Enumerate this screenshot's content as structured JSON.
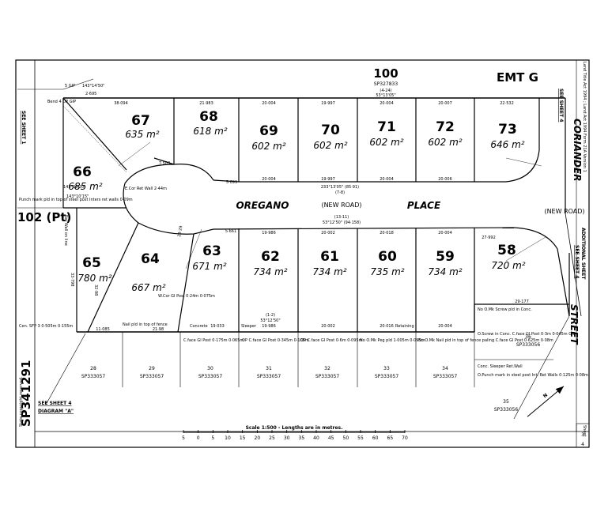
{
  "lots": [
    {
      "number": "67",
      "area": "635 m²"
    },
    {
      "number": "68",
      "area": "618 m²"
    },
    {
      "number": "69",
      "area": "602 m²"
    },
    {
      "number": "70",
      "area": "602 m²"
    },
    {
      "number": "71",
      "area": "602 m²"
    },
    {
      "number": "72",
      "area": "602 m²"
    },
    {
      "number": "73",
      "area": "646 m²"
    },
    {
      "number": "66",
      "area": "685 m²"
    },
    {
      "number": "65",
      "area": "780 m²"
    },
    {
      "number": "64",
      "area": "667 m²"
    },
    {
      "number": "63",
      "area": "671 m²"
    },
    {
      "number": "62",
      "area": "734 m²"
    },
    {
      "number": "61",
      "area": "734 m²"
    },
    {
      "number": "60",
      "area": "735 m²"
    },
    {
      "number": "59",
      "area": "734 m²"
    },
    {
      "number": "58",
      "area": "720 m²"
    }
  ],
  "top_parcel": {
    "number": "100",
    "sp": "SP327833",
    "bearing": "53°13'05\"",
    "bearing_label": "(4-24)"
  },
  "emt": "EMT G",
  "roads": {
    "oregano": "OREGANO",
    "place": "PLACE",
    "new_road_left": "(NEW ROAD)",
    "new_road_right": "(NEW ROAD)",
    "coriander": "CORIANDER",
    "street": "STREET"
  },
  "parcel_102": "102 (Pt)",
  "sheet_refs": {
    "see_sheet_1": "SEE SHEET 1",
    "see_sheet_4_top": "SEE SHEET 4",
    "additional_sheet": "ADDITIONAL SHEET",
    "see_sheet_4_right": "SEE SHEET 4",
    "see_sheet_4_diagram_1": "SEE SHEET 4",
    "see_sheet_4_diagram_2": "DIAGRAM \"A\""
  },
  "lower_lots": [
    {
      "number": "28",
      "sp": "SP333057"
    },
    {
      "number": "29",
      "sp": "SP333057"
    },
    {
      "number": "30",
      "sp": "SP333057"
    },
    {
      "number": "31",
      "sp": "SP333057"
    },
    {
      "number": "32",
      "sp": "SP333057"
    },
    {
      "number": "33",
      "sp": "SP333057"
    },
    {
      "number": "34",
      "sp": "SP333057"
    },
    {
      "number": "36",
      "sp": "SP333056"
    },
    {
      "number": "35",
      "sp": "SP333056"
    }
  ],
  "scale": {
    "label": "Scale 1:500 - Lengths are in metres.",
    "ticks": [
      "5",
      "0",
      "5",
      "10",
      "15",
      "20",
      "25",
      "30",
      "35",
      "40",
      "45",
      "50",
      "55",
      "60",
      "65",
      "70"
    ]
  },
  "plan_number": "SP341291",
  "copyright": "State copyright reserved.",
  "sheet": {
    "label": "Sheet",
    "number": "3",
    "of": "4"
  },
  "header_note": "Land Title Act 1994 ; Land Act 1994 Form 21A Version 1",
  "north_label": "N",
  "dimensions": {
    "d_38094": "38·094",
    "d_21983": "21·983",
    "d_20004a": "20·004",
    "d_19997a": "19·997",
    "d_20004b": "20·004",
    "d_20007": "20·007",
    "d_22532": "22·532",
    "d_20004c": "20·004",
    "d_19997b": "19·997",
    "d_20004d": "20·004",
    "d_20006": "20·006",
    "d_7503": "7·503",
    "d_5699": "5·699",
    "d_19986": "19·986",
    "d_20002a": "20·002",
    "d_20018": "20·018",
    "d_20004e": "20·004",
    "d_27992": "27·992",
    "d_11085": "11·085",
    "d_2198": "21·98",
    "d_19033": "19·033",
    "d_19986b": "19·986",
    "d_20002b": "20·002",
    "d_20016": "20·016",
    "d_20004f": "20·004",
    "d_29177": "29·177",
    "d_5661": "5·661",
    "d_2329": "23·29",
    "d_33798": "33·798",
    "d_3298": "32·98",
    "bearing_mid_top": "233°13'05\" (85·91)",
    "bearing_mid_top_code": "(7-8)",
    "bearing_mid_bot": "53°12'50\" (94·158)",
    "bearing_mid_bot_code": "(13-11)",
    "bearing_bottom": "53°12'50\"",
    "bearing_bottom_code": "(1-2)"
  },
  "notes": {
    "punch": "Punch mark pld in top of steel post Inters ret walls 0·09m",
    "cen_sfp": "Cen. SFP 3 0·505m 0·155m",
    "nail_fence": "Nail pld in top of fence",
    "concrete": "Concrete",
    "sleeper": "Sleeper",
    "retaining": "Retaining",
    "cfgp1": "C.face GI Post 0·175m 0·065m",
    "cfgp2": "OP C.face GI Post 0·345m 0·105m",
    "cfgp3": "OP C.face GI Post 0·6m 0·095m",
    "nomk1": "No O.Mk Peg pld 1·005m 0·095m",
    "nomk2": "No O.Mk Nail pld in top of fence paling C.face GI Post 0·625m 0·08m",
    "nomk3": "No O.Mk Screw pld in Conc.",
    "oscrew": "O.Screw in Conc. C.face GI Post 0·3m 0·045m GIP",
    "ret_wall": "Conc. Sleeper Ret.Wall",
    "opunch": "O.Punch mark in steel post Int. Ret Walls 0·125m 0·08m",
    "wcor": "W.Cor GI Post 0·24m 0·075m",
    "ecor": "E.Cor Ret Wall 2·44m",
    "ret_wall_fence": "Ret Wall on line",
    "bend": "Bend 4 OP GIP",
    "gip5": "5 GIP",
    "d_2695": "2·695",
    "b1": "143°14'50\"",
    "b2": "143°08'20\"",
    "b3": "143°10'15\""
  }
}
